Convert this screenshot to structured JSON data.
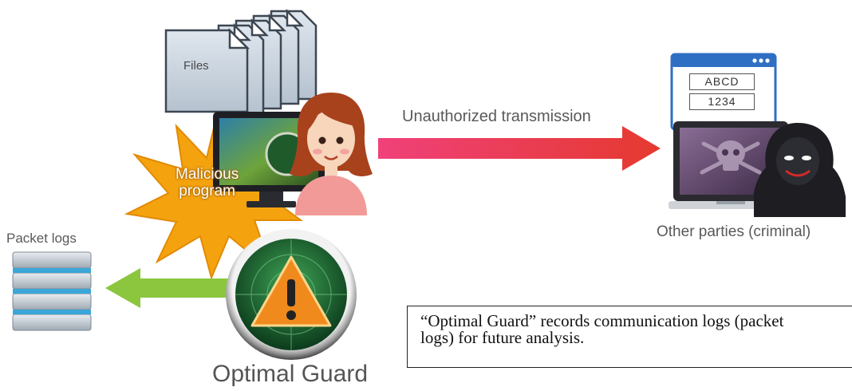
{
  "labels": {
    "files": "Files",
    "malicious_line1": "Malicious",
    "malicious_line2": "program",
    "transmission": "Unauthorized transmission",
    "criminal": "Other parties (criminal)",
    "packet_logs": "Packet logs",
    "optimal_guard": "Optimal Guard"
  },
  "form": {
    "field1": "ABCD",
    "field2": "1234"
  },
  "note": {
    "line1": "“Optimal Guard” records communication logs (packet",
    "line2": "logs) for future analysis."
  },
  "icons": {
    "files": "stacked-document-icon",
    "monitor": "monitor-icon",
    "user": "woman-user-icon",
    "malware": "burst-explosion-icon",
    "transmission_arrow": "arrow-right-icon",
    "form_window": "browser-form-icon",
    "laptop": "laptop-skull-icon",
    "criminal": "hooded-criminal-icon",
    "server": "server-stack-icon",
    "logs_arrow": "arrow-left-icon",
    "guard": "warning-shield-icon"
  },
  "colors": {
    "transmission_arrow_start": "#f0417a",
    "transmission_arrow_end": "#e5392f",
    "logs_arrow": "#8cc63e",
    "guard_green": "#1f7a3a",
    "warning_orange": "#f08a1d",
    "burst_orange": "#f4a30f",
    "window_blue": "#2f6fc3"
  }
}
